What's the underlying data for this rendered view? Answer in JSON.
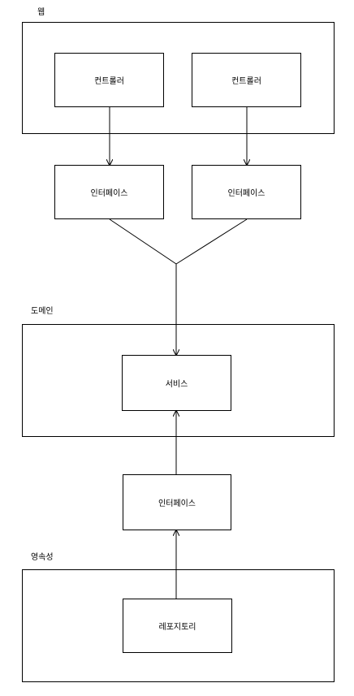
{
  "layers": {
    "web": "웹",
    "domain": "도메인",
    "persistence": "영속성"
  },
  "nodes": {
    "controller_left": "컨트롤러",
    "controller_right": "컨트롤러",
    "web_interface_left": "인터페이스",
    "web_interface_right": "인터페이스",
    "service": "서비스",
    "persistence_interface": "인터페이스",
    "repository": "레포지토리"
  }
}
